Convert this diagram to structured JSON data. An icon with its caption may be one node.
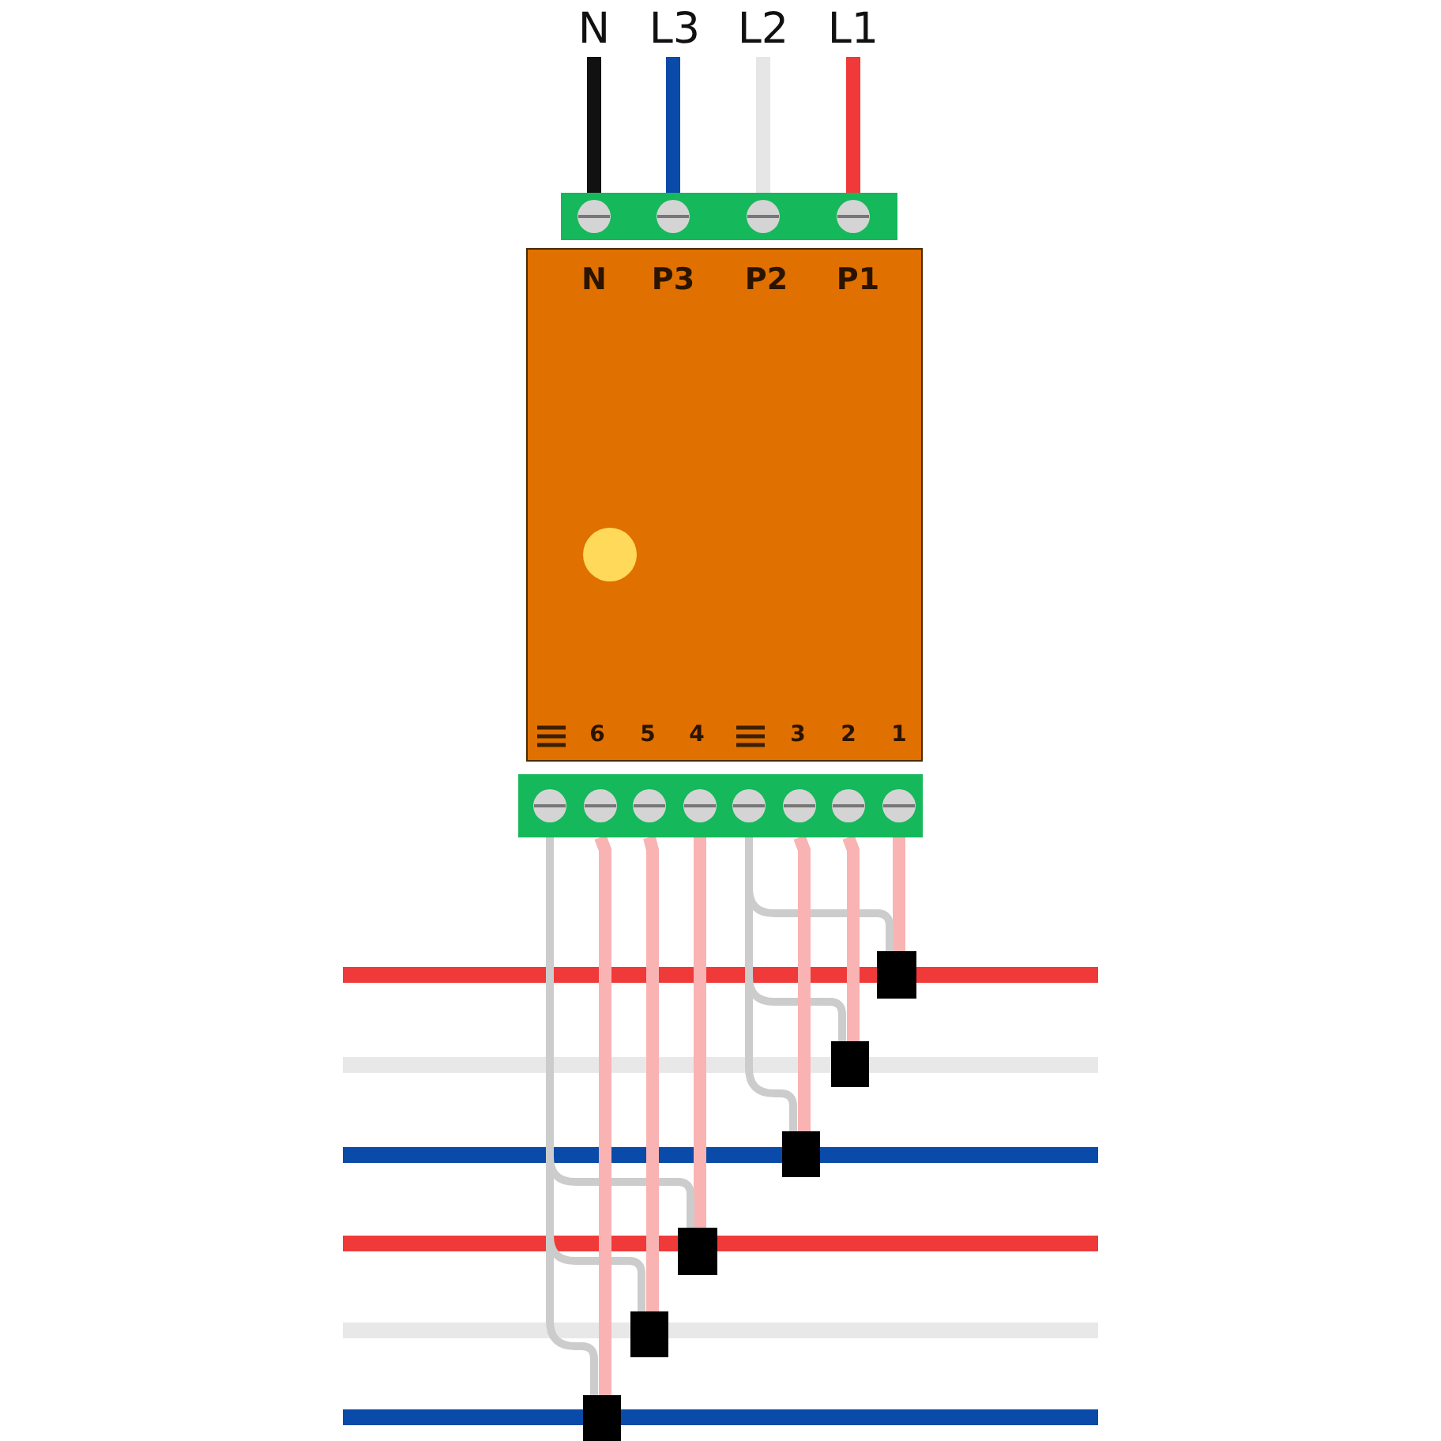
{
  "diagram": {
    "nodes": [
      {
        "text": [
          "N"
        ]
      },
      {
        "text": [
          "L3"
        ]
      },
      {
        "text": [
          "L2"
        ]
      },
      {
        "text": [
          "L1"
        ]
      },
      {
        "text": [],
        "shape": "bar"
      },
      {
        "text": [],
        "shape": "box"
      },
      {
        "text": [],
        "shape": "bar"
      },
      {
        "text": [],
        "shape": "box"
      },
      {
        "text": [],
        "shape": "box"
      },
      {
        "text": [],
        "shape": "box"
      },
      {
        "text": [],
        "shape": "box"
      },
      {
        "text": [],
        "shape": "box"
      },
      {
        "text": [],
        "shape": "box"
      }
    ],
    "edges": [
      {
        "from": 0,
        "to": 4,
        "arrow": "none",
        "color": "#111111"
      },
      {
        "from": 1,
        "to": 4,
        "arrow": "none",
        "color": "#0a4aa8"
      },
      {
        "from": 2,
        "to": 4,
        "arrow": "none",
        "color": "#e6e6e6"
      },
      {
        "from": 3,
        "to": 4,
        "arrow": "none",
        "color": "#f03a3a"
      },
      {
        "from": 6,
        "to": 7,
        "arrow": "none",
        "color": "#f9b3b3"
      },
      {
        "from": 6,
        "to": 7,
        "arrow": "none",
        "color": "#cccccc"
      },
      {
        "from": 6,
        "to": 8,
        "arrow": "none",
        "color": "#f9b3b3"
      },
      {
        "from": 6,
        "to": 8,
        "arrow": "none",
        "color": "#cccccc"
      },
      {
        "from": 6,
        "to": 9,
        "arrow": "none",
        "color": "#f9b3b3"
      },
      {
        "from": 6,
        "to": 9,
        "arrow": "none",
        "color": "#cccccc"
      },
      {
        "from": 6,
        "to": 10,
        "arrow": "none",
        "color": "#f9b3b3"
      },
      {
        "from": 6,
        "to": 10,
        "arrow": "none",
        "color": "#cccccc"
      },
      {
        "from": 6,
        "to": 11,
        "arrow": "none",
        "color": "#f9b3b3"
      },
      {
        "from": 6,
        "to": 11,
        "arrow": "none",
        "color": "#cccccc"
      },
      {
        "from": 6,
        "to": 12,
        "arrow": "none",
        "color": "#f9b3b3"
      },
      {
        "from": 6,
        "to": 12,
        "arrow": "none",
        "color": "#cccccc"
      }
    ],
    "labels": [
      "N",
      "P3",
      "P2",
      "P1",
      "6",
      "5",
      "4",
      "3",
      "2",
      "1"
    ]
  }
}
